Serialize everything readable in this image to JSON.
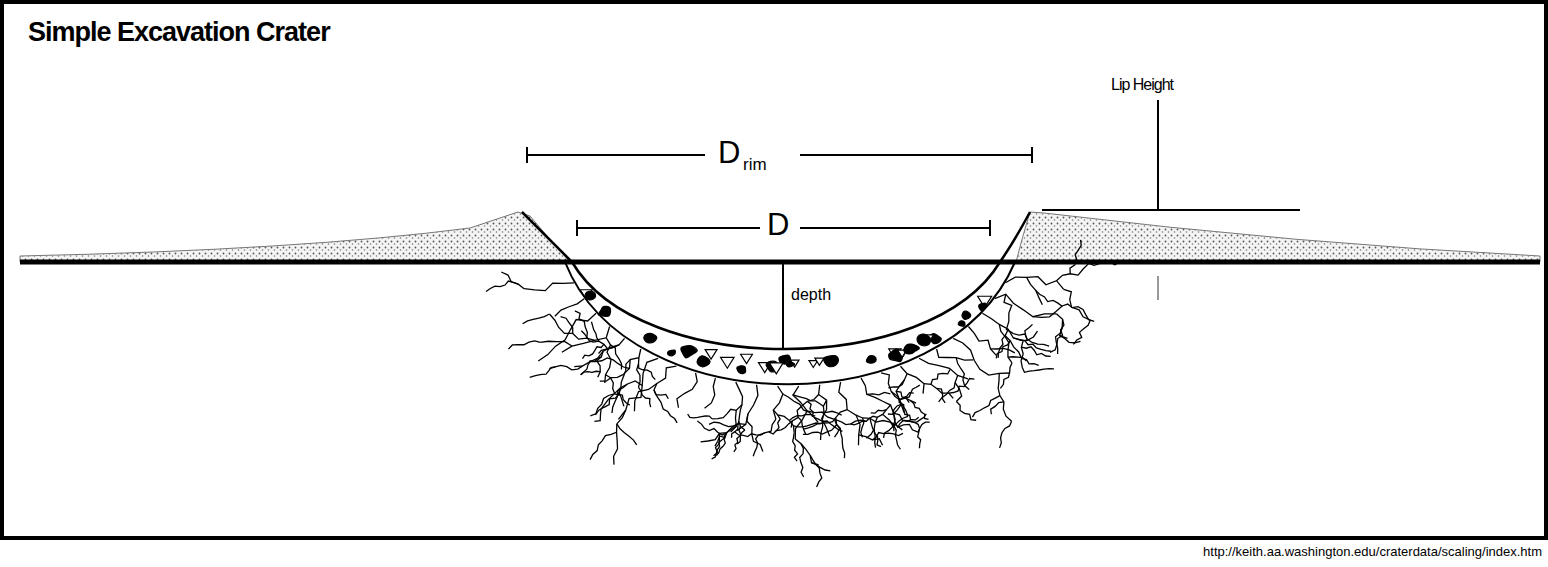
{
  "diagram": {
    "title": "Simple Excavation Crater",
    "caption": "http://keith.aa.washington.edu/craterdata/scaling/index.htm",
    "labels": [
      "D",
      "rim",
      "D",
      "depth",
      "Lip Height"
    ]
  }
}
